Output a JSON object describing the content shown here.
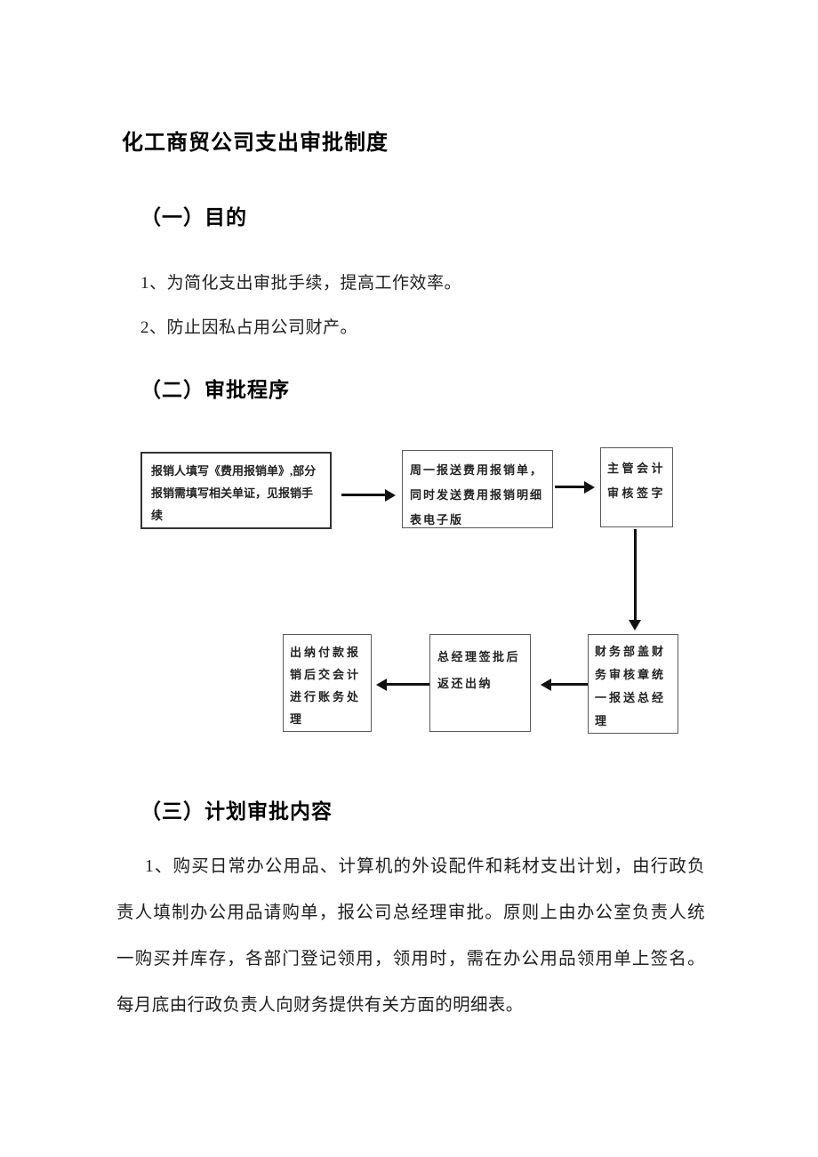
{
  "document": {
    "title": "化工商贸公司支出审批制度",
    "section_purpose": {
      "heading": "（一）目的",
      "items": [
        "1、为简化支出审批手续，提高工作效率。",
        "2、防止因私占用公司财产。"
      ]
    },
    "section_procedure": {
      "heading": "（二）审批程序"
    },
    "flowchart": {
      "boxes": [
        {
          "text": "报销人填写《费用报销单》,部分报销需填写相关单证，见报销手续"
        },
        {
          "text": "周一报送费用报销单，同时发送费用报销明细表电子版"
        },
        {
          "text": "主管会计审核签字"
        },
        {
          "text": "财务部盖财务审核章统一报送总经理"
        },
        {
          "text": "总经理签批后返还出纳"
        },
        {
          "text": "出纳付款报销后交会计进行账务处理"
        }
      ],
      "arrows": [
        {
          "from": 0,
          "to": 1,
          "direction": "right"
        },
        {
          "from": 1,
          "to": 2,
          "direction": "right"
        },
        {
          "from": 2,
          "to": 3,
          "direction": "down"
        },
        {
          "from": 3,
          "to": 4,
          "direction": "left"
        },
        {
          "from": 4,
          "to": 5,
          "direction": "left"
        }
      ],
      "line_color": "#111111"
    },
    "section_plan": {
      "heading": "（三）计划审批内容",
      "paragraph_lines": [
        "1、购买日常办公用品、计算机的外设配件和耗材支出计划，由行政负",
        "责人填制办公用品请购单，报公司总经理审批。原则上由办公室负责人统",
        "一购买并库存，各部门登记领用，领用时，需在办公用品领用单上签名。",
        "每月底由行政负责人向财务提供有关方面的明细表。"
      ]
    }
  }
}
